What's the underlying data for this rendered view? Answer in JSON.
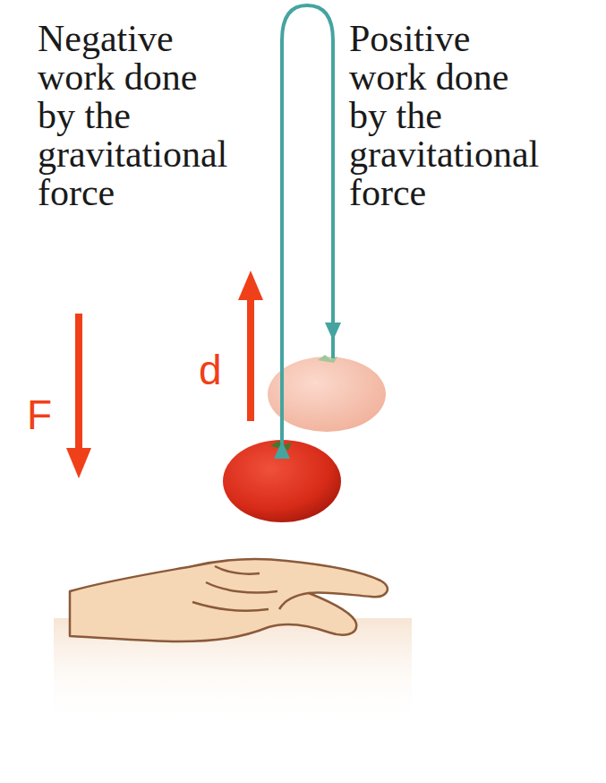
{
  "diagram": {
    "labels": [
      "Negative work done by the gravitational force",
      "Positive work done by the gravitational force",
      "d",
      "F"
    ]
  }
}
